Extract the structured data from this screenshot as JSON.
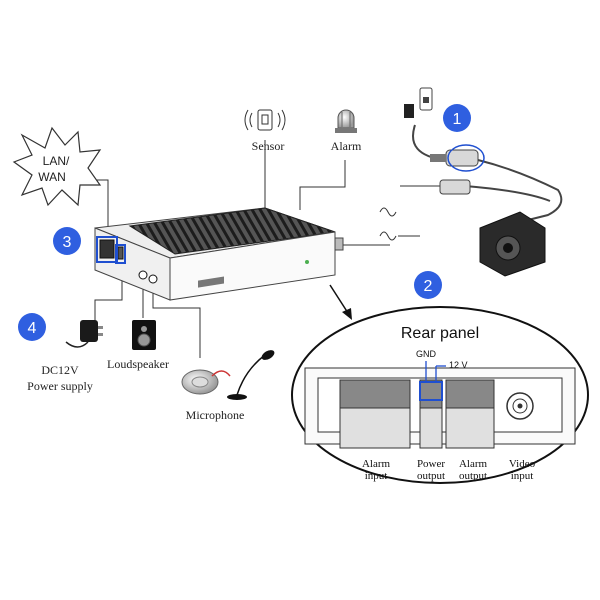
{
  "labels": {
    "lan_wan_line1": "LAN/",
    "lan_wan_line2": "WAN",
    "sensor": "Sensor",
    "alarm": "Alarm",
    "power_supply_line1": "DC12V",
    "power_supply_line2": "Power supply",
    "loudspeaker": "Loudspeaker",
    "microphone": "Microphone"
  },
  "badges": [
    "1",
    "2",
    "3",
    "4"
  ],
  "badge_color": "#2f5fe0",
  "highlight_color": "#1f4fd0",
  "rear_panel": {
    "title": "Rear panel",
    "gnd": "GND",
    "v12": "12 V",
    "alarm_input_line1": "Alarm",
    "alarm_input_line2": "input",
    "power_output_line1": "Power",
    "power_output_line2": "output",
    "alarm_output_line1": "Alarm",
    "alarm_output_line2": "output",
    "video_input_line1": "Video",
    "video_input_line2": "input"
  }
}
